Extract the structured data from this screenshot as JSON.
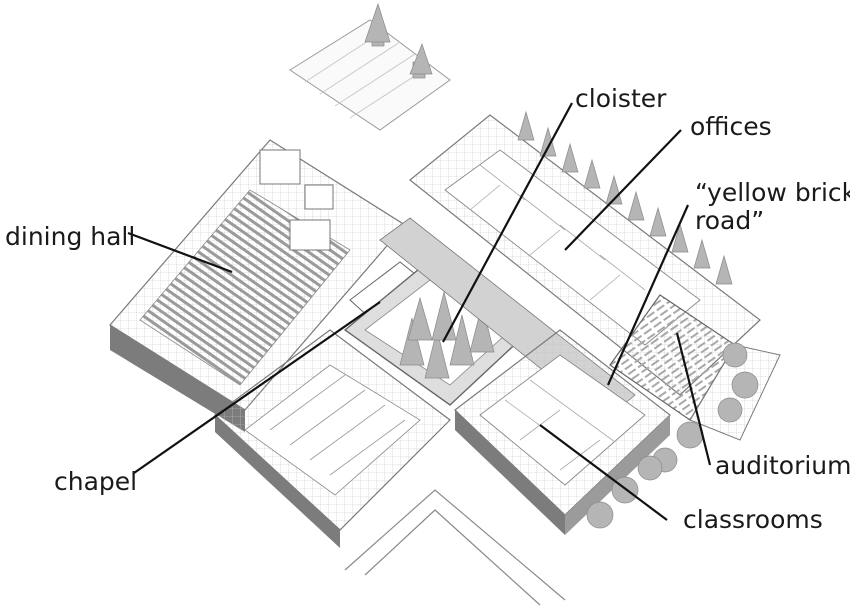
{
  "labels": {
    "dining_hall": "dining hall",
    "chapel": "chapel",
    "cloister": "cloister",
    "offices": "offices",
    "yellow_brick_road_line1": "“yellow brick",
    "yellow_brick_road_line2": "road”",
    "auditorium": "auditorium",
    "classrooms": "classrooms"
  },
  "colors": {
    "ink": "#1a1a1a",
    "wall": "#6d6d6d",
    "tree": "#b5b5b5",
    "shadow": "#7c7c7c"
  }
}
